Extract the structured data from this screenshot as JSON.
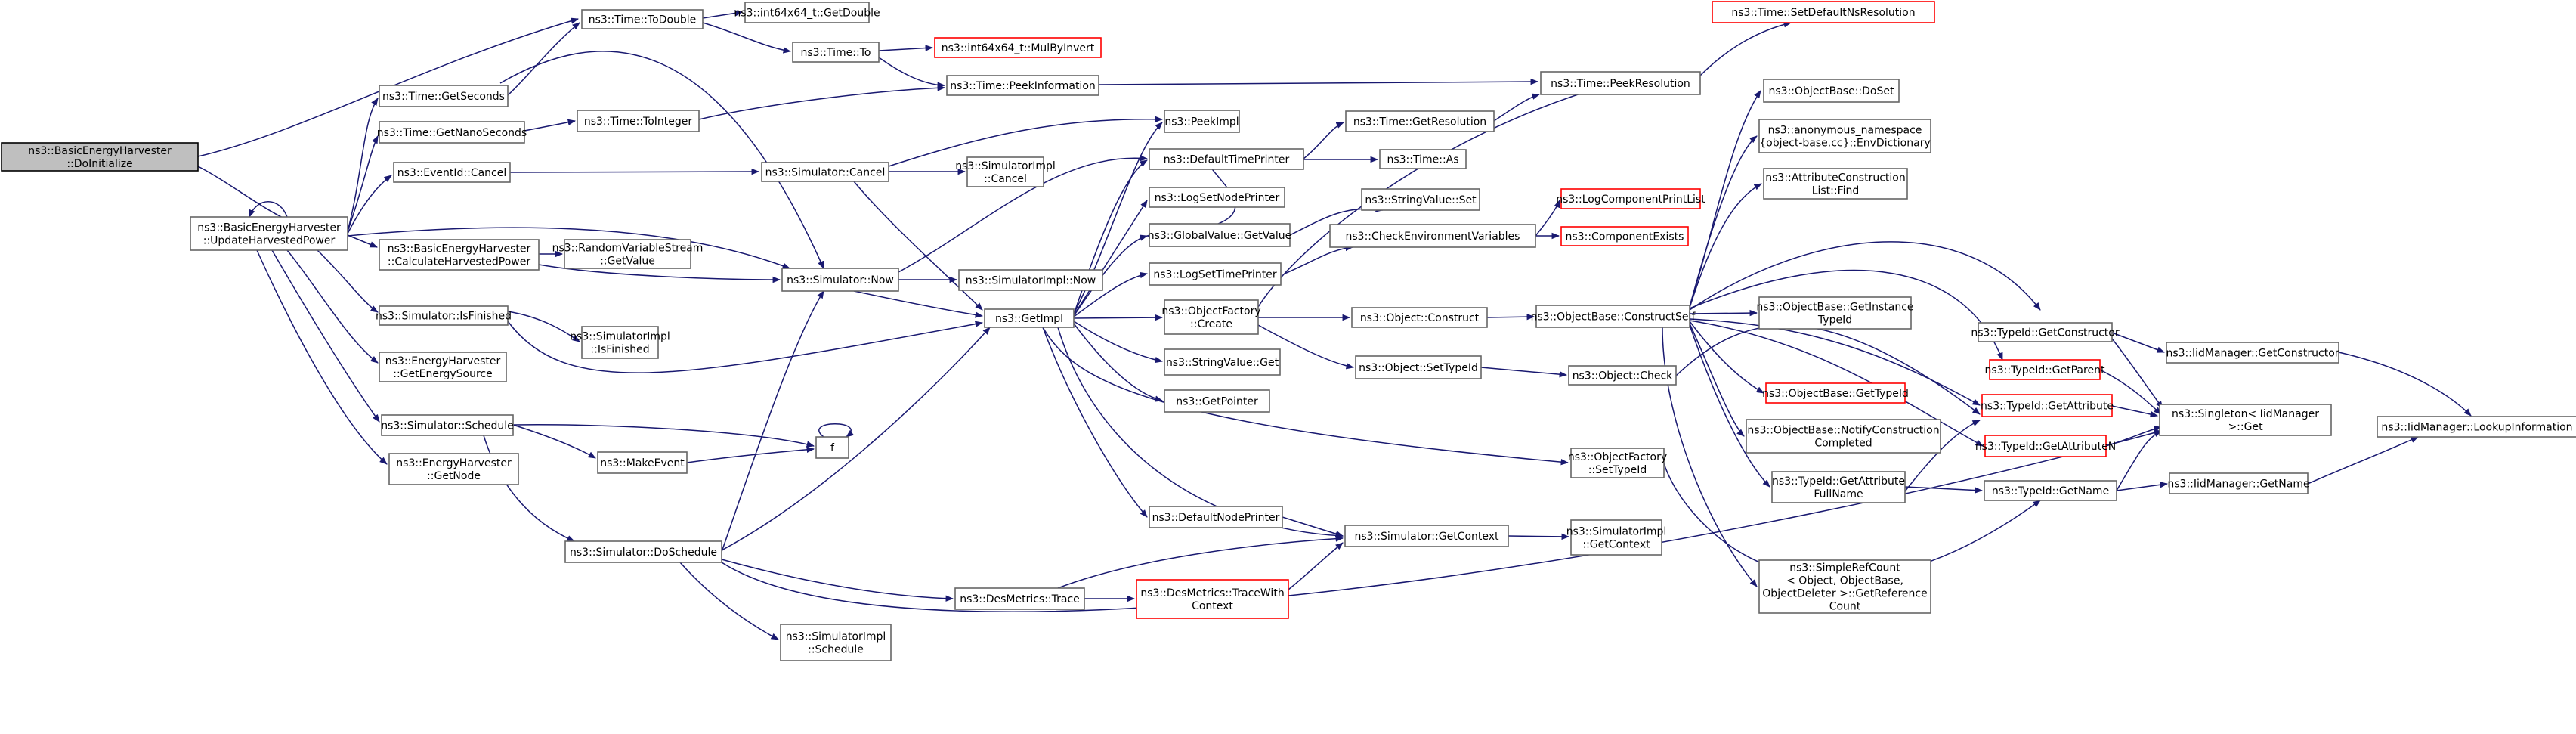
{
  "colors": {
    "edge": "#191970",
    "node_border": "#666666",
    "truncated_border": "#ff0000",
    "root_fill": "#bfbfbf"
  },
  "nodes": {
    "n0": {
      "lines": [
        "ns3::BasicEnergyHarvester",
        "::DoInitialize"
      ]
    },
    "n1": {
      "lines": [
        "ns3::BasicEnergyHarvester",
        "::UpdateHarvestedPower"
      ]
    },
    "n2": {
      "lines": [
        "ns3::Time::ToDouble"
      ]
    },
    "n3": {
      "lines": [
        "ns3::int64x64_t::GetDouble"
      ]
    },
    "n4": {
      "lines": [
        "ns3::Time::To"
      ]
    },
    "n5": {
      "lines": [
        "ns3::int64x64_t::MulByInvert"
      ]
    },
    "n6": {
      "lines": [
        "ns3::Time::GetSeconds"
      ]
    },
    "n7": {
      "lines": [
        "ns3::Time::PeekInformation"
      ]
    },
    "n8": {
      "lines": [
        "ns3::Time::SetDefaultNsResolution"
      ]
    },
    "n9": {
      "lines": [
        "ns3::Time::PeekResolution"
      ]
    },
    "n10": {
      "lines": [
        "ns3::Time::GetNanoSeconds"
      ]
    },
    "n11": {
      "lines": [
        "ns3::Time::ToInteger"
      ]
    },
    "n12": {
      "lines": [
        "ns3::PeekImpl"
      ]
    },
    "n13": {
      "lines": [
        "ns3::EventId::Cancel"
      ]
    },
    "n14": {
      "lines": [
        "ns3::Simulator::Cancel"
      ]
    },
    "n15": {
      "lines": [
        "ns3::SimulatorImpl",
        "::Cancel"
      ]
    },
    "n16": {
      "lines": [
        "ns3::DefaultTimePrinter"
      ]
    },
    "n17": {
      "lines": [
        "ns3::Time::GetResolution"
      ]
    },
    "n18": {
      "lines": [
        "ns3::Time::As"
      ]
    },
    "n19": {
      "lines": [
        "ns3::LogSetNodePrinter"
      ]
    },
    "n20": {
      "lines": [
        "ns3::StringValue::Set"
      ]
    },
    "n21": {
      "lines": [
        "ns3::BasicEnergyHarvester",
        "::CalculateHarvestedPower"
      ]
    },
    "n22": {
      "lines": [
        "ns3::RandomVariableStream",
        "::GetValue"
      ]
    },
    "n23": {
      "lines": [
        "ns3::GlobalValue::GetValue"
      ]
    },
    "n24": {
      "lines": [
        "ns3::CheckEnvironmentVariables"
      ]
    },
    "n25": {
      "lines": [
        "ns3::LogComponentPrintList"
      ]
    },
    "n26": {
      "lines": [
        "ns3::ComponentExists"
      ]
    },
    "n27": {
      "lines": [
        "ns3::Simulator::Now"
      ]
    },
    "n28": {
      "lines": [
        "ns3::SimulatorImpl::Now"
      ]
    },
    "n29": {
      "lines": [
        "ns3::LogSetTimePrinter"
      ]
    },
    "n30": {
      "lines": [
        "ns3::Simulator::IsFinished"
      ]
    },
    "n31": {
      "lines": [
        "ns3::SimulatorImpl",
        "::IsFinished"
      ]
    },
    "n32": {
      "lines": [
        "ns3::GetImpl"
      ]
    },
    "n33": {
      "lines": [
        "ns3::ObjectFactory",
        "::Create"
      ]
    },
    "n34": {
      "lines": [
        "ns3::Object::Construct"
      ]
    },
    "n35": {
      "lines": [
        "ns3::ObjectBase::ConstructSelf"
      ]
    },
    "n36": {
      "lines": [
        "ns3::ObjectBase::DoSet"
      ]
    },
    "n37": {
      "lines": [
        "ns3::anonymous_namespace",
        "{object-base.cc}::EnvDictionary"
      ]
    },
    "n38": {
      "lines": [
        "ns3::AttributeConstruction",
        "List::Find"
      ]
    },
    "n39": {
      "lines": [
        "ns3::ObjectBase::GetInstance",
        "TypeId"
      ]
    },
    "n40": {
      "lines": [
        "ns3::EnergyHarvester",
        "::GetEnergySource"
      ]
    },
    "n41": {
      "lines": [
        "ns3::StringValue::Get"
      ]
    },
    "n42": {
      "lines": [
        "ns3::Object::SetTypeId"
      ]
    },
    "n43": {
      "lines": [
        "ns3::Object::Check"
      ]
    },
    "n44": {
      "lines": [
        "ns3::GetPointer"
      ]
    },
    "n45": {
      "lines": [
        "ns3::ObjectBase::GetTypeId"
      ]
    },
    "n46": {
      "lines": [
        "ns3::TypeId::GetConstructor"
      ]
    },
    "n47": {
      "lines": [
        "ns3::IidManager::GetConstructor"
      ]
    },
    "n48": {
      "lines": [
        "ns3::TypeId::GetParent"
      ]
    },
    "n49": {
      "lines": [
        "ns3::TypeId::GetAttribute"
      ]
    },
    "n50": {
      "lines": [
        "ns3::Singleton< IidManager",
        " >::Get"
      ]
    },
    "n51": {
      "lines": [
        "ns3::IidManager::LookupInformation"
      ]
    },
    "n52": {
      "lines": [
        "ns3::Simulator::Schedule"
      ]
    },
    "n53": {
      "lines": [
        "f"
      ]
    },
    "n54": {
      "lines": [
        "ns3::ObjectBase::NotifyConstruction",
        "Completed"
      ]
    },
    "n55": {
      "lines": [
        "ns3::TypeId::GetAttributeN"
      ]
    },
    "n56": {
      "lines": [
        "ns3::EnergyHarvester",
        "::GetNode"
      ]
    },
    "n57": {
      "lines": [
        "ns3::MakeEvent"
      ]
    },
    "n58": {
      "lines": [
        "ns3::ObjectFactory",
        "::SetTypeId"
      ]
    },
    "n59": {
      "lines": [
        "ns3::TypeId::GetAttribute",
        "FullName"
      ]
    },
    "n60": {
      "lines": [
        "ns3::TypeId::GetName"
      ]
    },
    "n61": {
      "lines": [
        "ns3::IidManager::GetName"
      ]
    },
    "n62": {
      "lines": [
        "ns3::DefaultNodePrinter"
      ]
    },
    "n63": {
      "lines": [
        "ns3::Simulator::GetContext"
      ]
    },
    "n64": {
      "lines": [
        "ns3::SimulatorImpl",
        "::GetContext"
      ]
    },
    "n65": {
      "lines": [
        "ns3::Simulator::DoSchedule"
      ]
    },
    "n66": {
      "lines": [
        "ns3::SimpleRefCount",
        "< Object, ObjectBase,",
        " ObjectDeleter >::GetReference",
        "Count"
      ]
    },
    "n67": {
      "lines": [
        "ns3::DesMetrics::Trace"
      ]
    },
    "n68": {
      "lines": [
        "ns3::DesMetrics::TraceWith",
        "Context"
      ]
    },
    "n69": {
      "lines": [
        "ns3::SimulatorImpl",
        "::Schedule"
      ]
    }
  }
}
